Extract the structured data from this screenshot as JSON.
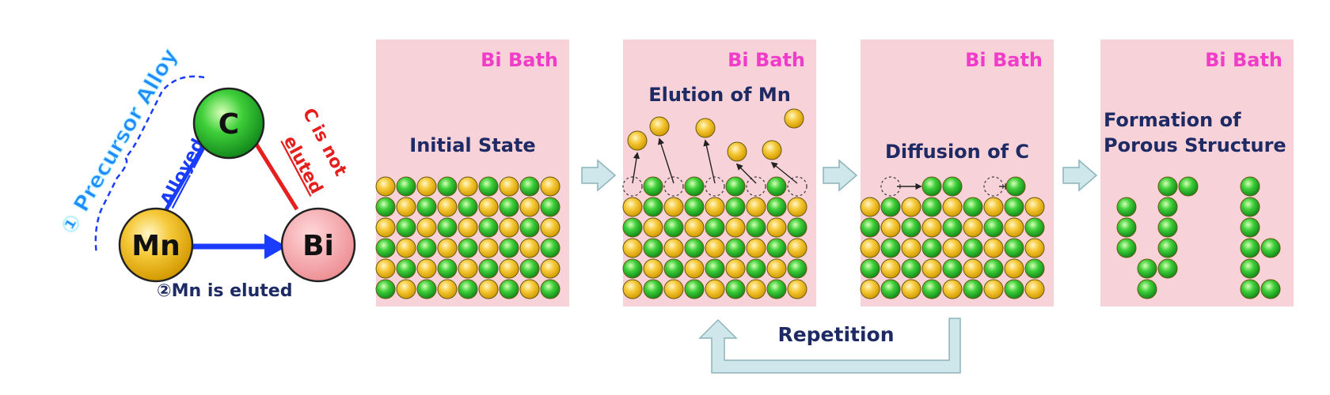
{
  "triangle": {
    "precursor_label": "① Precursor Alloy",
    "alloyed_label": "Alloyed",
    "c_not_line1": "C is not",
    "c_not_line2": "eluted",
    "mn_eluted_label": "②Mn is eluted",
    "node_c": "C",
    "node_mn": "Mn",
    "node_bi": "Bi"
  },
  "panels": [
    {
      "bath_label": "Bi Bath",
      "caption": "Initial State"
    },
    {
      "bath_label": "Bi Bath",
      "caption": "Elution of Mn"
    },
    {
      "bath_label": "Bi Bath",
      "caption": "Diffusion of C"
    },
    {
      "bath_label": "Bi Bath",
      "caption_line1": "Formation of",
      "caption_line2": "Porous Structure"
    }
  ],
  "repetition_label": "Repetition",
  "colors": {
    "bath": "#f7d2d8",
    "bath_text": "#f03cc8",
    "caption": "#1e2a64",
    "mn_atom": "#f2b811",
    "c_atom": "#23b52c",
    "bi_node": "#f19a9e",
    "arrow_box": "#cfe7ea",
    "arrow_box_stroke": "#8cb4ba",
    "blue": "#1a3cff",
    "red": "#e61e1e",
    "precursor_blue": "#1f8bff"
  }
}
